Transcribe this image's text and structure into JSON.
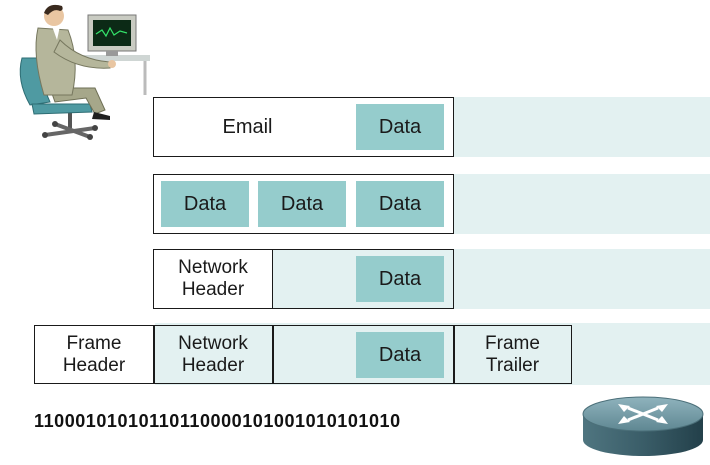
{
  "row1": {
    "email_label": "Email",
    "data_label": "Data"
  },
  "row2": {
    "data_labels": [
      "Data",
      "Data",
      "Data"
    ]
  },
  "row3": {
    "network_header_label": "Network\nHeader",
    "data_label": "Data"
  },
  "row4": {
    "frame_header_label": "Frame\nHeader",
    "network_header_label": "Network\nHeader",
    "data_label": "Data",
    "frame_trailer_label": "Frame\nTrailer"
  },
  "bits": "11000101010110110000101001010101010",
  "colors": {
    "band": "#e3f1f1",
    "data_box": "#95cccc",
    "outline": "#1a1a1a"
  },
  "icons": {
    "user": "user-at-computer-icon",
    "router": "router-icon"
  }
}
